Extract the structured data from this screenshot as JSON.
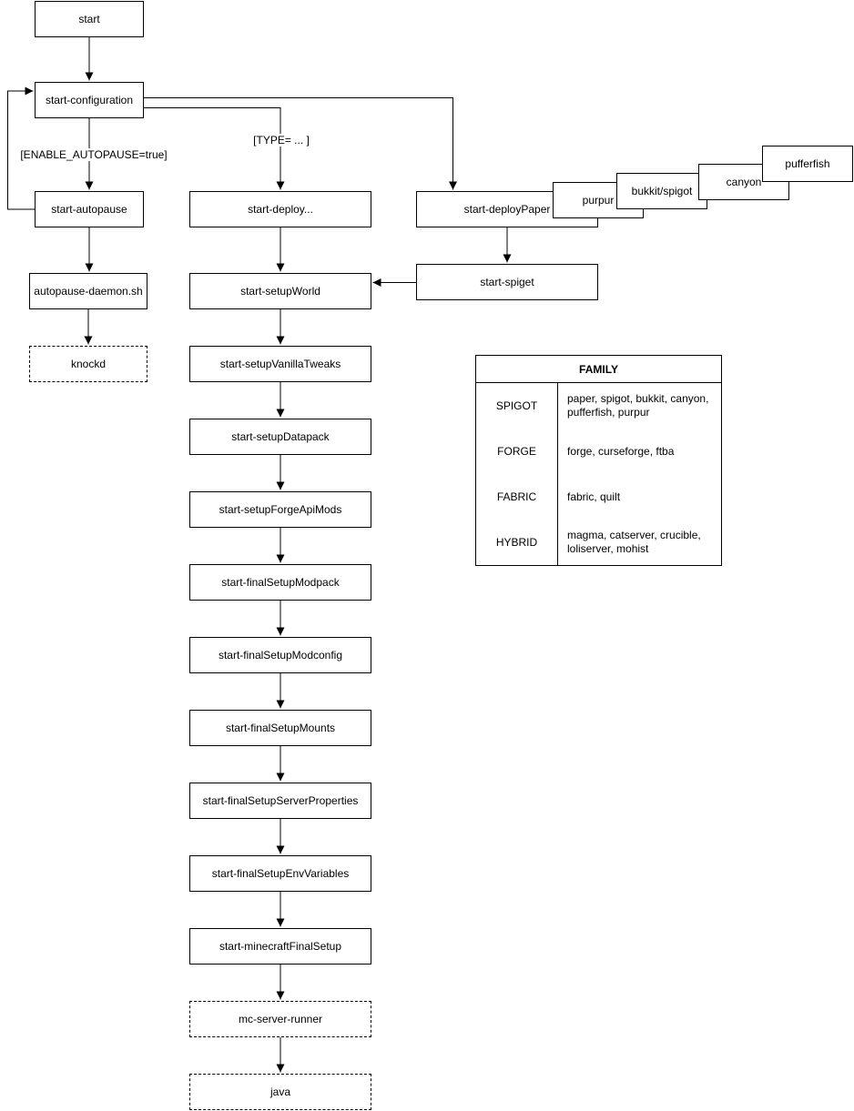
{
  "nodes": {
    "start": "start",
    "configuration": "start-configuration",
    "autopause": "start-autopause",
    "autopause_daemon": "autopause-daemon.sh",
    "knockd": "knockd",
    "deploy": "start-deploy...",
    "deploy_paper": "start-deployPaper",
    "purpur": "purpur",
    "bukkit_spigot": "bukkit/spigot",
    "canyon": "canyon",
    "pufferfish": "pufferfish",
    "spiget": "start-spiget",
    "setup_world": "start-setupWorld",
    "vanilla_tweaks": "start-setupVanillaTweaks",
    "datapack": "start-setupDatapack",
    "forge_api_mods": "start-setupForgeApiMods",
    "modpack": "start-finalSetupModpack",
    "modconfig": "start-finalSetupModconfig",
    "mounts": "start-finalSetupMounts",
    "server_properties": "start-finalSetupServerProperties",
    "env_variables": "start-finalSetupEnvVariables",
    "minecraft_final_setup": "start-minecraftFinalSetup",
    "mc_server_runner": "mc-server-runner",
    "java": "java"
  },
  "edge_labels": {
    "enable_autopause": "[ENABLE_AUTOPAUSE=true]",
    "type_choice": "[TYPE= ... ]"
  },
  "family_table": {
    "title": "FAMILY",
    "rows": [
      {
        "family": "SPIGOT",
        "members": "paper, spigot, bukkit, canyon, pufferfish, purpur"
      },
      {
        "family": "FORGE",
        "members": "forge, curseforge, ftba"
      },
      {
        "family": "FABRIC",
        "members": "fabric, quilt"
      },
      {
        "family": "HYBRID",
        "members": "magma, catserver, crucible, loliserver, mohist"
      }
    ]
  },
  "colors": {
    "line": "#000000",
    "box_border": "#000000",
    "box_fill": "#ffffff",
    "text": "#000000"
  }
}
